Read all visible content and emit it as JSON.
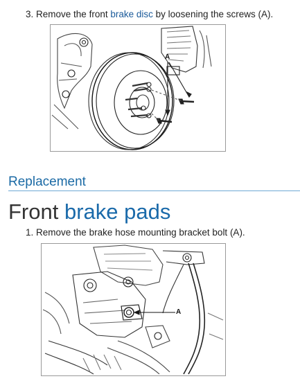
{
  "step3": {
    "number": "3.",
    "text_before": "Remove the front",
    "link": "brake disc",
    "text_after": "by loosening the screws (A)."
  },
  "figure1": {
    "callout": "A"
  },
  "section": {
    "heading": "Replacement"
  },
  "page": {
    "title_plain": "Front",
    "title_link": "brake pads"
  },
  "step1": {
    "number": "1.",
    "text": "Remove the brake hose mounting bracket bolt (A)."
  },
  "figure2": {
    "callout": "A"
  },
  "colors": {
    "link": "#1a5a9a",
    "heading": "#1b6aa5",
    "rule": "#6ea8d4",
    "figure_border": "#999999"
  }
}
